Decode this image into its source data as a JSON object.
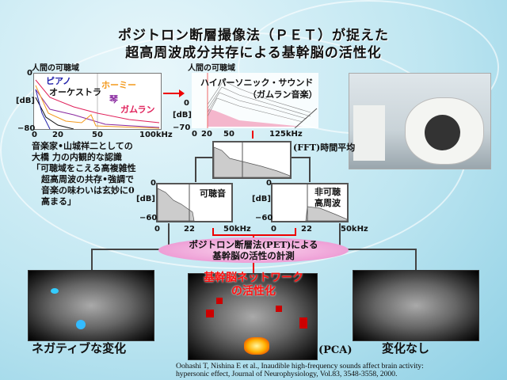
{
  "title": {
    "line1": "ポジトロン断層撮像法（ＰＥＴ）が捉えた",
    "line2": "超高周波成分共存による基幹脳の活性化"
  },
  "spectrum_chart": {
    "range_label": "人間の可聴域",
    "y_top": "0",
    "y_unit": "[dB]",
    "y_bottom": "−80",
    "x_ticks": [
      "0",
      "20",
      "50",
      "100kHz"
    ],
    "series": [
      {
        "name": "ピアノ",
        "color": "#2222aa"
      },
      {
        "name": "オーケストラ",
        "color": "#111111"
      },
      {
        "name": "ホーミー",
        "color": "#f39a1e"
      },
      {
        "name": "琴",
        "color": "#8a2aa0"
      },
      {
        "name": "ガムラン",
        "color": "#e0205a"
      }
    ]
  },
  "note": {
    "line1": "音楽家•山城祥二としての",
    "line2": "大橋 力の内観的な認識",
    "line3": "「可聴域をこえる高複雑性",
    "line4": "超高周波の共存•強調で",
    "line5": "音楽の味わいは玄妙に0",
    "line6": "高まる」"
  },
  "hypersonic_chart": {
    "range_label": "人間の可聴域",
    "title1": "ハイパーソニック・サウンド",
    "title2": "（ガムラン音楽）",
    "y_top": "0",
    "y_unit": "[dB]",
    "y_bottom": "−70",
    "x_ticks": [
      "0",
      "20",
      "50",
      "125kHz"
    ]
  },
  "fft": {
    "label": "(FFT)時間平均"
  },
  "audible": {
    "label": "可聴音",
    "y_top": "0",
    "y_unit": "[dB]",
    "y_bottom": "−60",
    "x_ticks": [
      "0",
      "22",
      "50kHz"
    ]
  },
  "inaudible": {
    "label1": "非可聴",
    "label2": "高周波",
    "y_top": "0",
    "y_unit": "[dB]",
    "y_bottom": "−60",
    "x_ticks": [
      "0",
      "22",
      "50kHz"
    ]
  },
  "pet": {
    "line1": "ポジトロン断層法(PET)による",
    "line2": "基幹脳の活性の計測"
  },
  "network": {
    "line1": "基幹脳ネットワーク",
    "line2": "の活性化"
  },
  "captions": {
    "left": "ネガティブな変化",
    "pca": "(PCA)",
    "right": "変化なし"
  },
  "citation": {
    "line1": "Oohashi T, Nishina  E et al., Inaudible  high-frequency  sounds affect brain activity:",
    "line2": "hypersonic effect, Journal  of Neurophysiology, Vol.83,  3548-3558,  2000."
  }
}
